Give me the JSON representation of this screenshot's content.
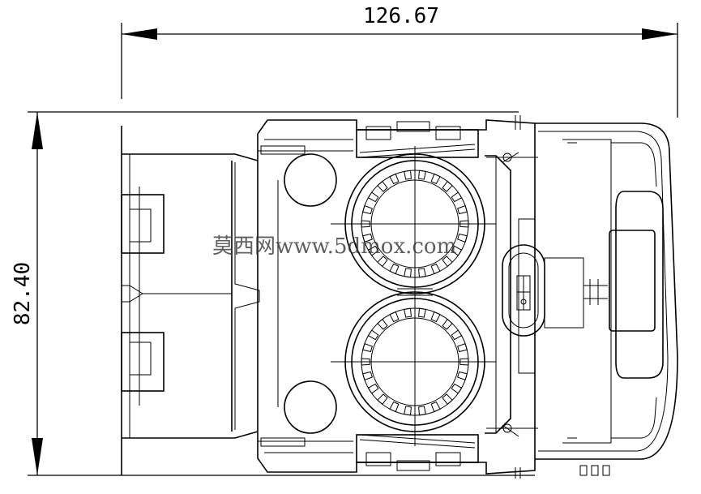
{
  "dimensions": {
    "width_label": "126.67",
    "height_label": "82.40"
  },
  "watermark": {
    "text": "莫西网www.5dmox.com"
  },
  "colors": {
    "line": "#000000",
    "background": "#ffffff",
    "watermark": "#333333"
  }
}
